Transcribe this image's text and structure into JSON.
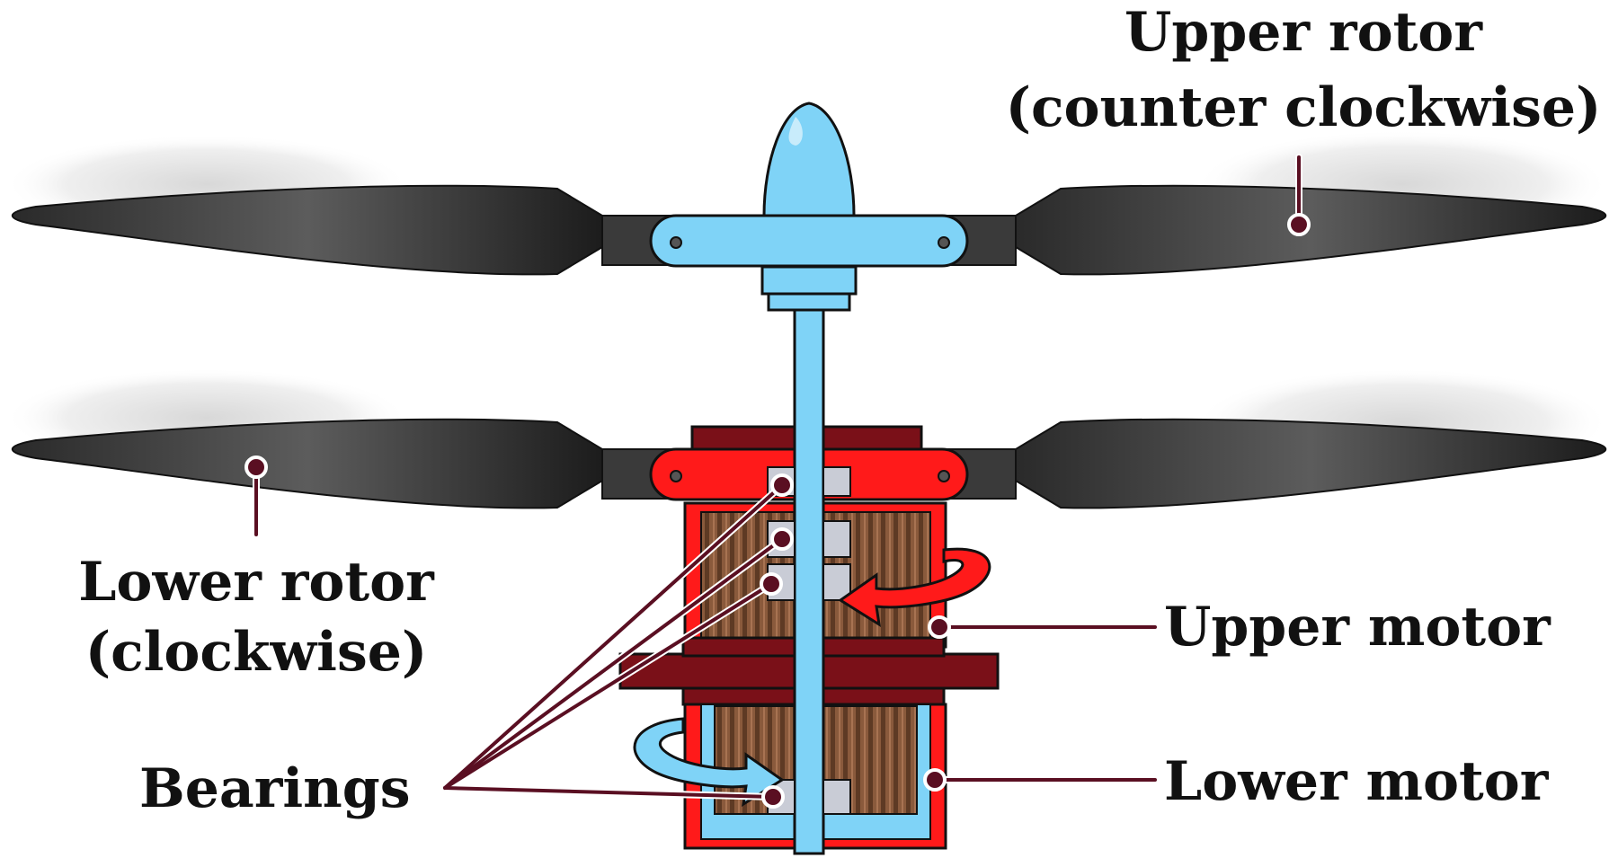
{
  "labels": {
    "upper_rotor_line1": "Upper rotor",
    "upper_rotor_line2": "(counter clockwise)",
    "lower_rotor_line1": "Lower rotor",
    "lower_rotor_line2": "(clockwise)",
    "upper_motor": "Upper motor",
    "lower_motor": "Lower motor",
    "bearings": "Bearings"
  },
  "colors": {
    "blade": "#3a3a3a",
    "hub_upper": "#7fd3f7",
    "hub_lower": "#ff1a1a",
    "shaft": "#7fd3f7",
    "motor_red": "#ff1a1a",
    "motor_blue": "#7fd3f7",
    "winding": "#8a5a3c",
    "frame": "#7a1018",
    "bearing": "#c9ccd6",
    "leader": "#5a0f22"
  },
  "icons": [
    "counter-clockwise-arrow-icon",
    "clockwise-arrow-icon"
  ]
}
